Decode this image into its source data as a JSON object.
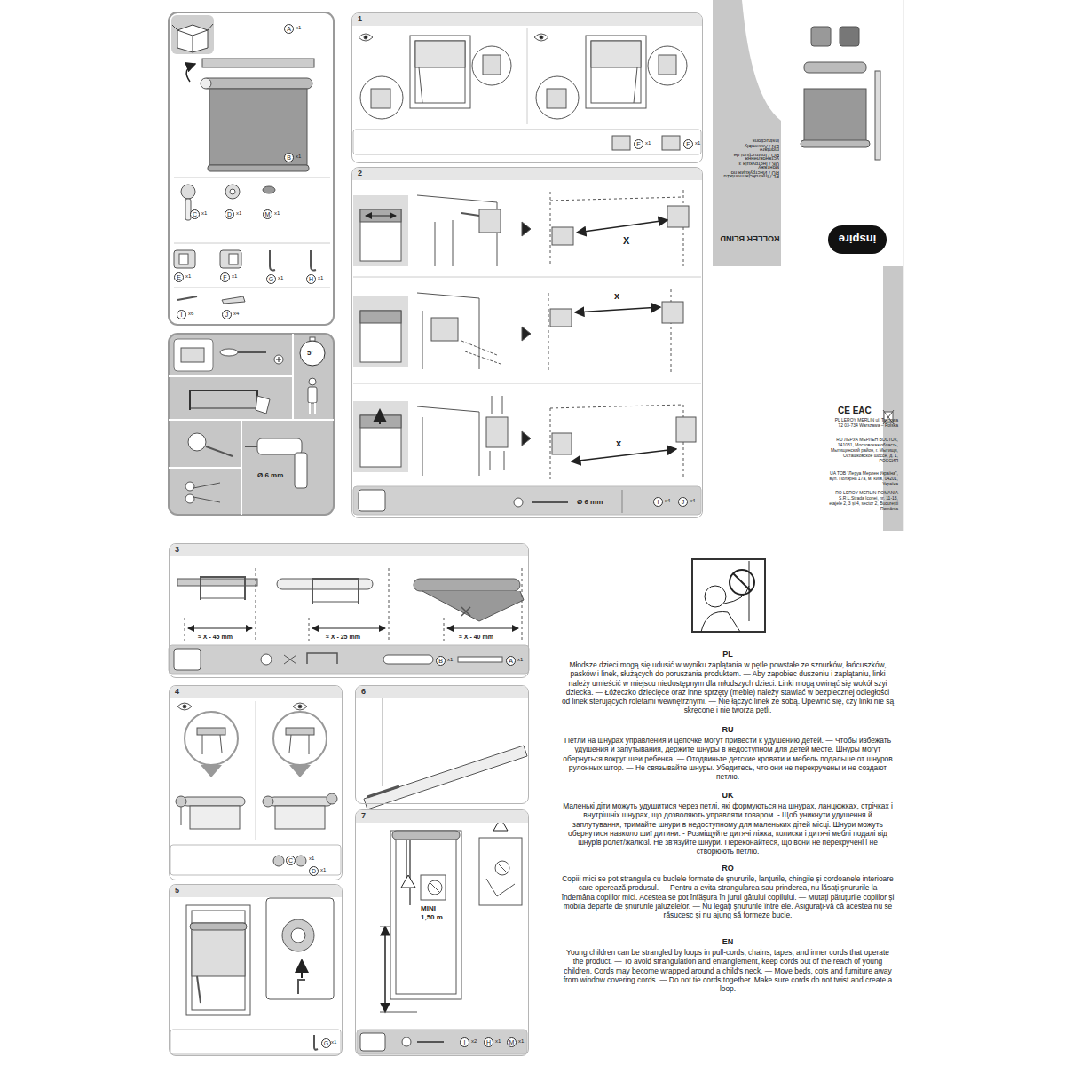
{
  "diagram": {
    "nodes": [
      {
        "text": [
          "1"
        ]
      },
      {
        "text": [
          "2"
        ]
      },
      {
        "text": [
          "3"
        ]
      },
      {
        "text": [
          "4"
        ]
      },
      {
        "text": [
          "5"
        ]
      },
      {
        "text": [
          "6"
        ]
      },
      {
        "text": [
          "7"
        ]
      }
    ],
    "labels": [
      "A",
      "x1",
      "B",
      "x1",
      "C",
      "x1",
      "D",
      "x1",
      "M",
      "x1",
      "E",
      "x1",
      "F",
      "x1",
      "G",
      "x1",
      "H",
      "x1",
      "I",
      "x6",
      "J",
      "x4",
      "5'",
      "Ø 6 mm",
      "E",
      "x1",
      "F",
      "x1",
      "X",
      "x",
      "x",
      "Ø 6 mm",
      "I",
      "x4",
      "J",
      "x4",
      "≈ X - 45 mm",
      "≈ X - 25 mm",
      "≈ X - 40 mm",
      "B",
      "x1",
      "A",
      "x1",
      "C",
      "x1",
      "D",
      "x1",
      "G",
      "x1",
      "MINI",
      "1,50 m",
      "I",
      "x2",
      "H",
      "x1",
      "M",
      "x1",
      "ROLLER BLIND",
      "inspire",
      "PL / Instrukcja montażu",
      "RU / Инструкция по монтажу",
      "UK / Інструкція з установлення",
      "RO / Instrucțiuni de montare",
      "EN / Assembly instructions",
      "CE EAC",
      "PL LEROY MERLIN ul. Targowa 72 03-734 Warszawa – Polska",
      "RU ЛЕРУА МЕРЛЕН ВОСТОК, 141031, Московская область, Мытищинский район, г. Мытищи, Осташковское шоссе, д. 1, РОССИЯ",
      "UA ТОВ \"Леруа Мерлен Україна\", вул. Полярна 17а, м. Київ, 04201, Україна",
      "RO LEROY MERLIN ROMANIA S.R.L.Strada Iconei, nr. 11-13, etajele 2, 3 și 4, sector 2, București – România",
      "PL",
      "Młodsze dzieci mogą się udusić w wyniku zaplątania w pętle powstałe ze sznurków, łańcuszków, pasków i linek, służących do poruszania produktem. — Aby zapobiec duszeniu i zaplątaniu, linki należy umieścić w miejscu niedostępnym dla młodszych dzieci. Linki mogą owinąć się wokół szyi dziecka. — Łóżeczko dziecięce oraz inne sprzęty (meble) należy stawiać w bezpiecznej odległości od linek sterujących roletami wewnętrznymi. — Nie łączyć linek ze sobą. Upewnić się, czy linki nie są skręcone i nie tworzą pętli.",
      "RU",
      "Петли на шнурах управления и цепочке могут привести к удушению детей. — Чтобы избежать удушения и запутывания, держите шнуры в недоступном для детей месте. Шнуры могут обернуться вокруг шеи ребенка. — Отодвиньте детские кровати и мебель подальше от шнуров рулонных штор. — Не связывайте шнуры. Убедитесь, что они не перекручены и не создают петлю.",
      "UK",
      "Маленькі діти можуть удушитися через петлі, які формуються на шнурах, ланцюжках, стрічках і внутрішніх шнурах, що дозволяють управляти товаром. - Щоб уникнути удушення й заплутування, тримайте шнури в недоступному для маленьких дітей місці. Шнури можуть обернутися навколо шиї дитини. - Розміщуйте дитячі ліжка, колиски і дитячі меблі подалі від шнурів ролет/жалюзі. Не зв'язуйте шнури. Переконайтеся, що вони не перекручені і не створюють петлю.",
      "RO",
      "Copiii mici se pot strangula cu buclele formate de șnururile, lanțurile, chingile și cordoanele interioare care operează produsul. — Pentru a evita strangularea sau prinderea, nu lăsați șnururile la îndemâna copiilor mici. Acestea se pot înfășura în jurul gâtului copilului. — Mutați pătuțurile copiilor și mobila departe de șnururile jaluzelelor. — Nu legați șnururile între ele. Asigurați-vă că acestea nu se răsucesc și nu ajung să formeze bucle.",
      "EN",
      "Young children can be strangled by loops in pull-cords, chains, tapes, and inner cords that operate the product. — To avoid strangulation and entanglement, keep cords out of the reach of young children. Cords may become wrapped around a child's neck. — Move beds, cots and furniture away from window covering cords. — Do not tie cords together. Make sure cords do not twist and create a loop."
    ]
  }
}
